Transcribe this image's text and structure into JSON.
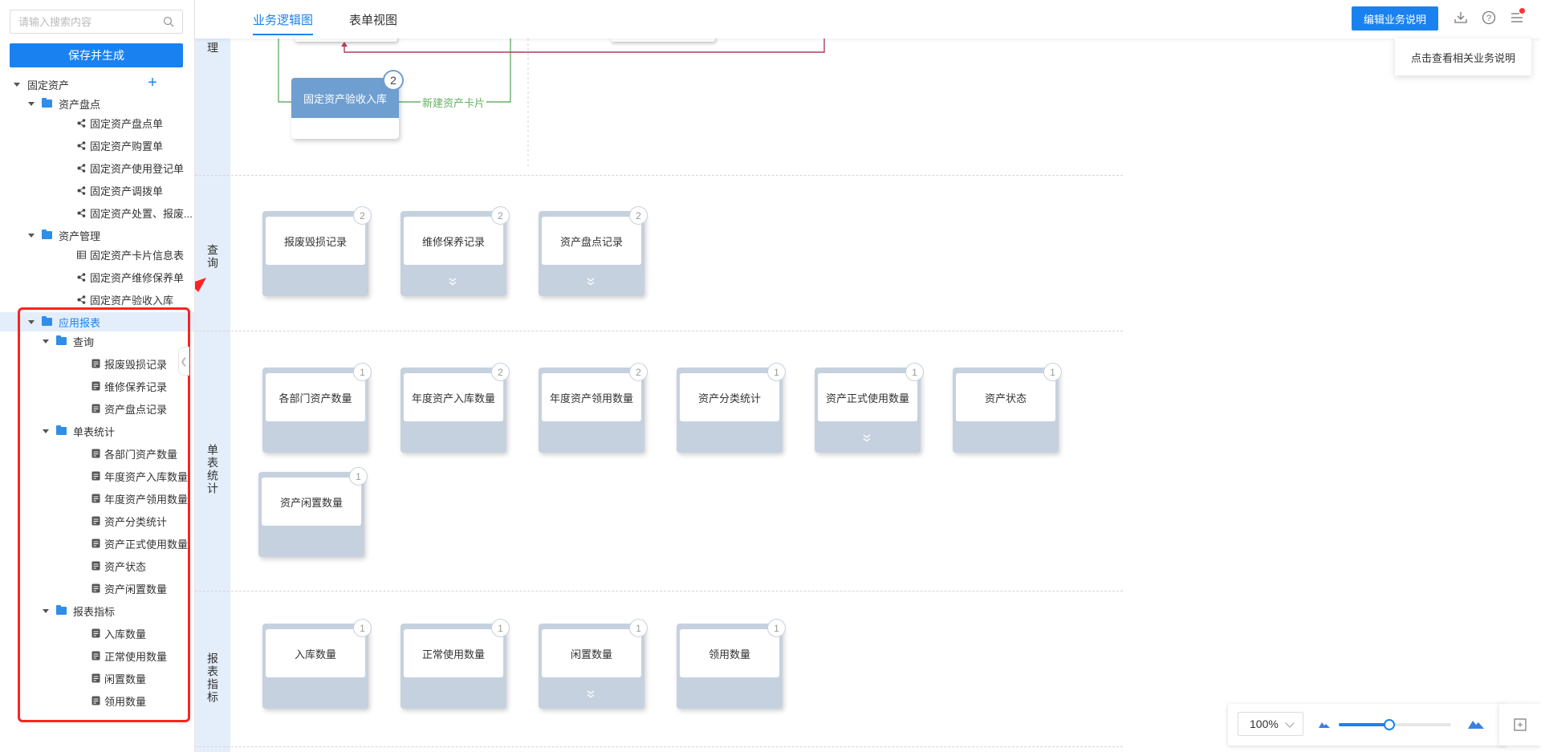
{
  "sidebar": {
    "search_placeholder": "请输入搜索内容",
    "save_button": "保存并生成",
    "tree": [
      {
        "label": "固定资产",
        "level": 0,
        "type": "root"
      },
      {
        "label": "资产盘点",
        "level": 1,
        "type": "folder"
      },
      {
        "label": "固定资产盘点单",
        "level": 2,
        "type": "flow"
      },
      {
        "label": "固定资产购置单",
        "level": 2,
        "type": "flow"
      },
      {
        "label": "固定资产使用登记单",
        "level": 2,
        "type": "flow"
      },
      {
        "label": "固定资产调拨单",
        "level": 2,
        "type": "flow"
      },
      {
        "label": "固定资产处置、报废...",
        "level": 2,
        "type": "flow"
      },
      {
        "label": "资产管理",
        "level": 1,
        "type": "folder"
      },
      {
        "label": "固定资产卡片信息表",
        "level": 2,
        "type": "table"
      },
      {
        "label": "固定资产维修保养单",
        "level": 2,
        "type": "flow"
      },
      {
        "label": "固定资产验收入库",
        "level": 2,
        "type": "flow"
      },
      {
        "label": "应用报表",
        "level": 1,
        "type": "folder",
        "selected": true
      },
      {
        "label": "查询",
        "level": 2,
        "type": "folder"
      },
      {
        "label": "报废毁损记录",
        "level": 3,
        "type": "report"
      },
      {
        "label": "维修保养记录",
        "level": 3,
        "type": "report"
      },
      {
        "label": "资产盘点记录",
        "level": 3,
        "type": "report"
      },
      {
        "label": "单表统计",
        "level": 2,
        "type": "folder"
      },
      {
        "label": "各部门资产数量",
        "level": 3,
        "type": "report"
      },
      {
        "label": "年度资产入库数量",
        "level": 3,
        "type": "report"
      },
      {
        "label": "年度资产领用数量",
        "level": 3,
        "type": "report"
      },
      {
        "label": "资产分类统计",
        "level": 3,
        "type": "report"
      },
      {
        "label": "资产正式使用数量",
        "level": 3,
        "type": "report"
      },
      {
        "label": "资产状态",
        "level": 3,
        "type": "report"
      },
      {
        "label": "资产闲置数量",
        "level": 3,
        "type": "report"
      },
      {
        "label": "报表指标",
        "level": 2,
        "type": "folder"
      },
      {
        "label": "入库数量",
        "level": 3,
        "type": "report"
      },
      {
        "label": "正常使用数量",
        "level": 3,
        "type": "report"
      },
      {
        "label": "闲置数量",
        "level": 3,
        "type": "report"
      },
      {
        "label": "领用数量",
        "level": 3,
        "type": "report"
      }
    ]
  },
  "topbar": {
    "tabs": [
      "业务逻辑图",
      "表单视图"
    ],
    "edit_button": "编辑业务说明",
    "tooltip": "点击查看相关业务说明",
    "icons": [
      "download-icon",
      "help-icon",
      "menu-list-icon"
    ]
  },
  "lanes": [
    {
      "label": "理"
    },
    {
      "label": "查询"
    },
    {
      "label": "单表统计"
    },
    {
      "label": "报表指标"
    }
  ],
  "flow": {
    "blue_node": {
      "label": "固定资产验收入库",
      "badge": "2"
    },
    "edge_label": "新建资产卡片"
  },
  "nodes": {
    "query": [
      {
        "label": "报废毁损记录",
        "badge": "2",
        "expand": false
      },
      {
        "label": "维修保养记录",
        "badge": "2",
        "expand": true
      },
      {
        "label": "资产盘点记录",
        "badge": "2",
        "expand": true
      }
    ],
    "stats": [
      {
        "label": "各部门资产数量",
        "badge": "1",
        "expand": false
      },
      {
        "label": "年度资产入库数量",
        "badge": "2",
        "expand": false
      },
      {
        "label": "年度资产领用数量",
        "badge": "2",
        "expand": false
      },
      {
        "label": "资产分类统计",
        "badge": "1",
        "expand": false
      },
      {
        "label": "资产正式使用数量",
        "badge": "1",
        "expand": true
      },
      {
        "label": "资产状态",
        "badge": "1",
        "expand": false
      },
      {
        "label": "资产闲置数量",
        "badge": "1",
        "expand": false
      }
    ],
    "indicators": [
      {
        "label": "入库数量",
        "badge": "1",
        "expand": false
      },
      {
        "label": "正常使用数量",
        "badge": "1",
        "expand": false
      },
      {
        "label": "闲置数量",
        "badge": "1",
        "expand": true
      },
      {
        "label": "领用数量",
        "badge": "1",
        "expand": false
      }
    ]
  },
  "zoom": {
    "value": "100%",
    "level": 0.45
  },
  "colors": {
    "accent": "#1a82f0",
    "lane": "#e4eefb",
    "node": "#c6d1df",
    "highlight": "#ff2222",
    "edge_green": "#68b066",
    "edge_red": "#b03c5a"
  }
}
